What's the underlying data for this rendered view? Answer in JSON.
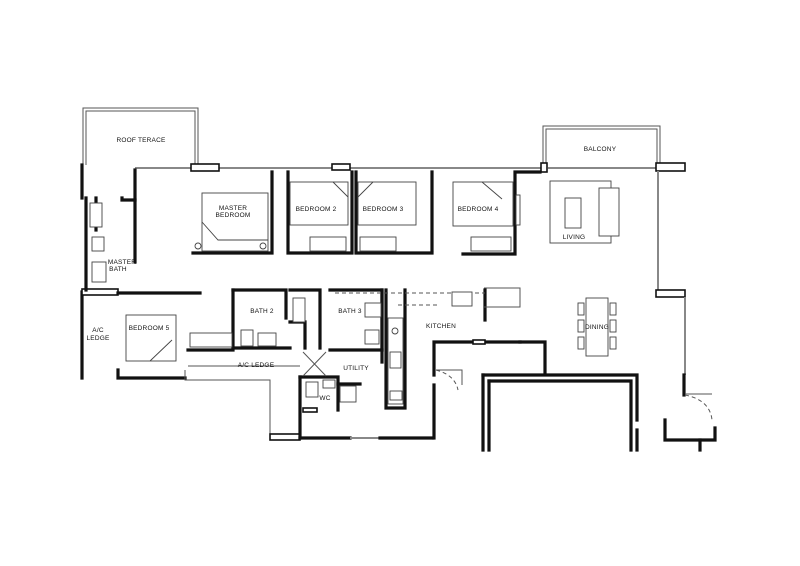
{
  "rooms": {
    "roof_terrace": "ROOF TERACE",
    "balcony": "BALCONY",
    "master_bedroom_1": "MASTER",
    "master_bedroom_2": "BEDROOM",
    "bedroom_2": "BEDROOM 2",
    "bedroom_3": "BEDROOM 3",
    "bedroom_4": "BEDROOM 4",
    "living": "LIVING",
    "master_bath_1": "MASTER",
    "master_bath_2": "BATH",
    "ac_ledge_left_1": "A/C",
    "ac_ledge_left_2": "LEDGE",
    "bedroom_5": "BEDROOM 5",
    "bath_2": "BATH 2",
    "bath_3": "BATH 3",
    "kitchen": "KITCHEN",
    "dining": "DINING",
    "ac_ledge_bottom": "A/C LEDGE",
    "utility": "UTILITY",
    "wc": "WC"
  },
  "colors": {
    "wall": "#111111",
    "background": "#ffffff"
  }
}
